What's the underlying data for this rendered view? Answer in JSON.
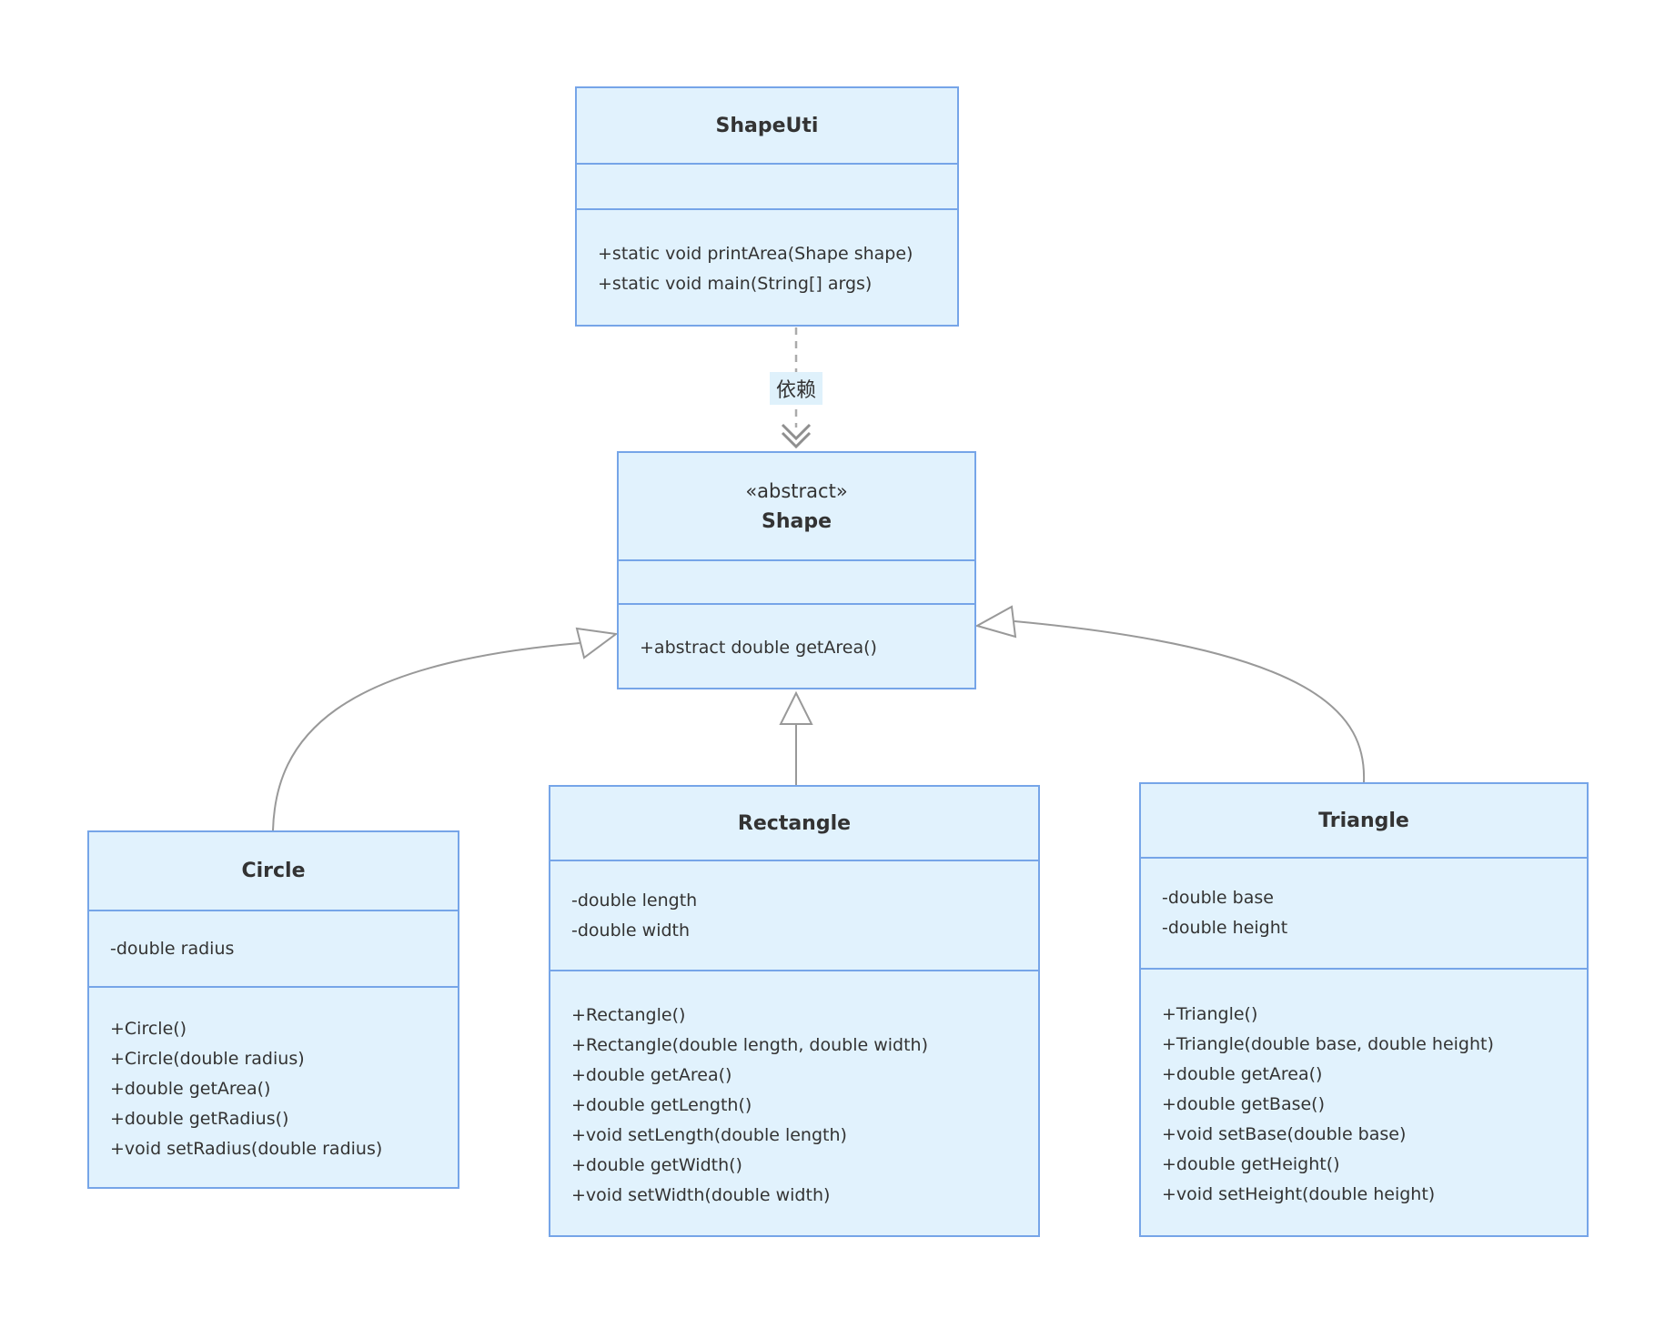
{
  "diagram": {
    "title": "Shape UML class diagram",
    "colors": {
      "box_fill": "#e1f2fd",
      "box_border": "#76a5e8",
      "line_color": "#999999",
      "text_color": "#333333",
      "label_bg": "#dff1fb"
    },
    "classes": [
      {
        "name": "ShapeUti",
        "stereotype": "",
        "attributes": [],
        "methods": [
          "+static void printArea(Shape shape)",
          "+static void main(String[] args)"
        ]
      },
      {
        "name": "Shape",
        "stereotype": "«abstract»",
        "attributes": [],
        "methods": [
          "+abstract double getArea()"
        ]
      },
      {
        "name": "Circle",
        "stereotype": "",
        "attributes": [
          "-double radius"
        ],
        "methods": [
          "+Circle()",
          "+Circle(double radius)",
          "+double getArea()",
          "+double getRadius()",
          "+void setRadius(double radius)"
        ]
      },
      {
        "name": "Rectangle",
        "stereotype": "",
        "attributes": [
          "-double length",
          "-double width"
        ],
        "methods": [
          "+Rectangle()",
          "+Rectangle(double length, double width)",
          "+double getArea()",
          "+double getLength()",
          "+void setLength(double length)",
          "+double getWidth()",
          "+void setWidth(double width)"
        ]
      },
      {
        "name": "Triangle",
        "stereotype": "",
        "attributes": [
          "-double base",
          "-double height"
        ],
        "methods": [
          "+Triangle()",
          "+Triangle(double base, double height)",
          "+double getArea()",
          "+double getBase()",
          "+void setBase(double base)",
          "+double getHeight()",
          "+void setHeight(double height)"
        ]
      }
    ],
    "relationships": [
      {
        "from": "ShapeUti",
        "to": "Shape",
        "type": "dependency",
        "label": "依赖"
      },
      {
        "from": "Circle",
        "to": "Shape",
        "type": "inheritance",
        "label": ""
      },
      {
        "from": "Rectangle",
        "to": "Shape",
        "type": "inheritance",
        "label": ""
      },
      {
        "from": "Triangle",
        "to": "Shape",
        "type": "inheritance",
        "label": ""
      }
    ]
  }
}
